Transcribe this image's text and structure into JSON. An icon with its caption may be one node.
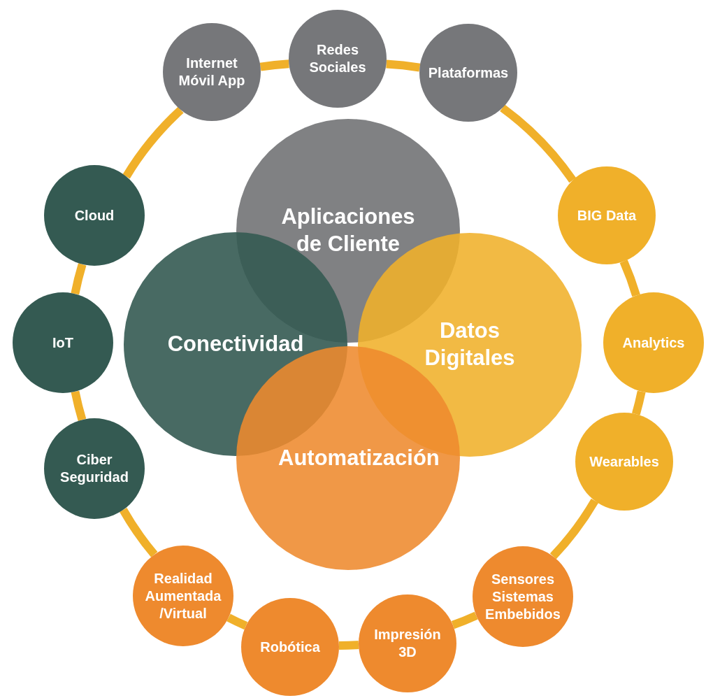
{
  "diagram": {
    "nodes": [
      {
        "text": [
          "Internet Móvil App"
        ]
      },
      {
        "text": [
          "Redes Sociales"
        ]
      },
      {
        "text": [
          "Plataformas"
        ]
      },
      {
        "text": [
          "BIG Data"
        ]
      },
      {
        "text": [
          "Analytics"
        ]
      },
      {
        "text": [
          "Wearables"
        ]
      },
      {
        "text": [
          "Sensores Sistemas Embebidos"
        ]
      },
      {
        "text": [
          "Impresión 3D"
        ]
      },
      {
        "text": [
          "Robótica"
        ]
      },
      {
        "text": [
          "Realidad Aumentada /Virtual"
        ]
      },
      {
        "text": [
          "Ciber Seguridad"
        ]
      },
      {
        "text": [
          "IoT"
        ]
      },
      {
        "text": [
          "Cloud"
        ]
      },
      {
        "text": [
          "Aplicaciones de Cliente"
        ]
      },
      {
        "text": [
          "Conectividad"
        ]
      },
      {
        "text": [
          "Datos Digitales"
        ]
      },
      {
        "text": [
          "Automatización"
        ]
      }
    ],
    "edges": [
      {
        "from": 0,
        "to": 1,
        "arrow": "none"
      },
      {
        "from": 1,
        "to": 2,
        "arrow": "none"
      },
      {
        "from": 2,
        "to": 3,
        "arrow": "none"
      },
      {
        "from": 3,
        "to": 4,
        "arrow": "none"
      },
      {
        "from": 4,
        "to": 5,
        "arrow": "none"
      },
      {
        "from": 5,
        "to": 6,
        "arrow": "none"
      },
      {
        "from": 6,
        "to": 7,
        "arrow": "none"
      },
      {
        "from": 7,
        "to": 8,
        "arrow": "none"
      },
      {
        "from": 8,
        "to": 9,
        "arrow": "none"
      },
      {
        "from": 9,
        "to": 10,
        "arrow": "none"
      },
      {
        "from": 10,
        "to": 11,
        "arrow": "none"
      },
      {
        "from": 11,
        "to": 12,
        "arrow": "none"
      },
      {
        "from": 12,
        "to": 0,
        "arrow": "none"
      }
    ]
  }
}
